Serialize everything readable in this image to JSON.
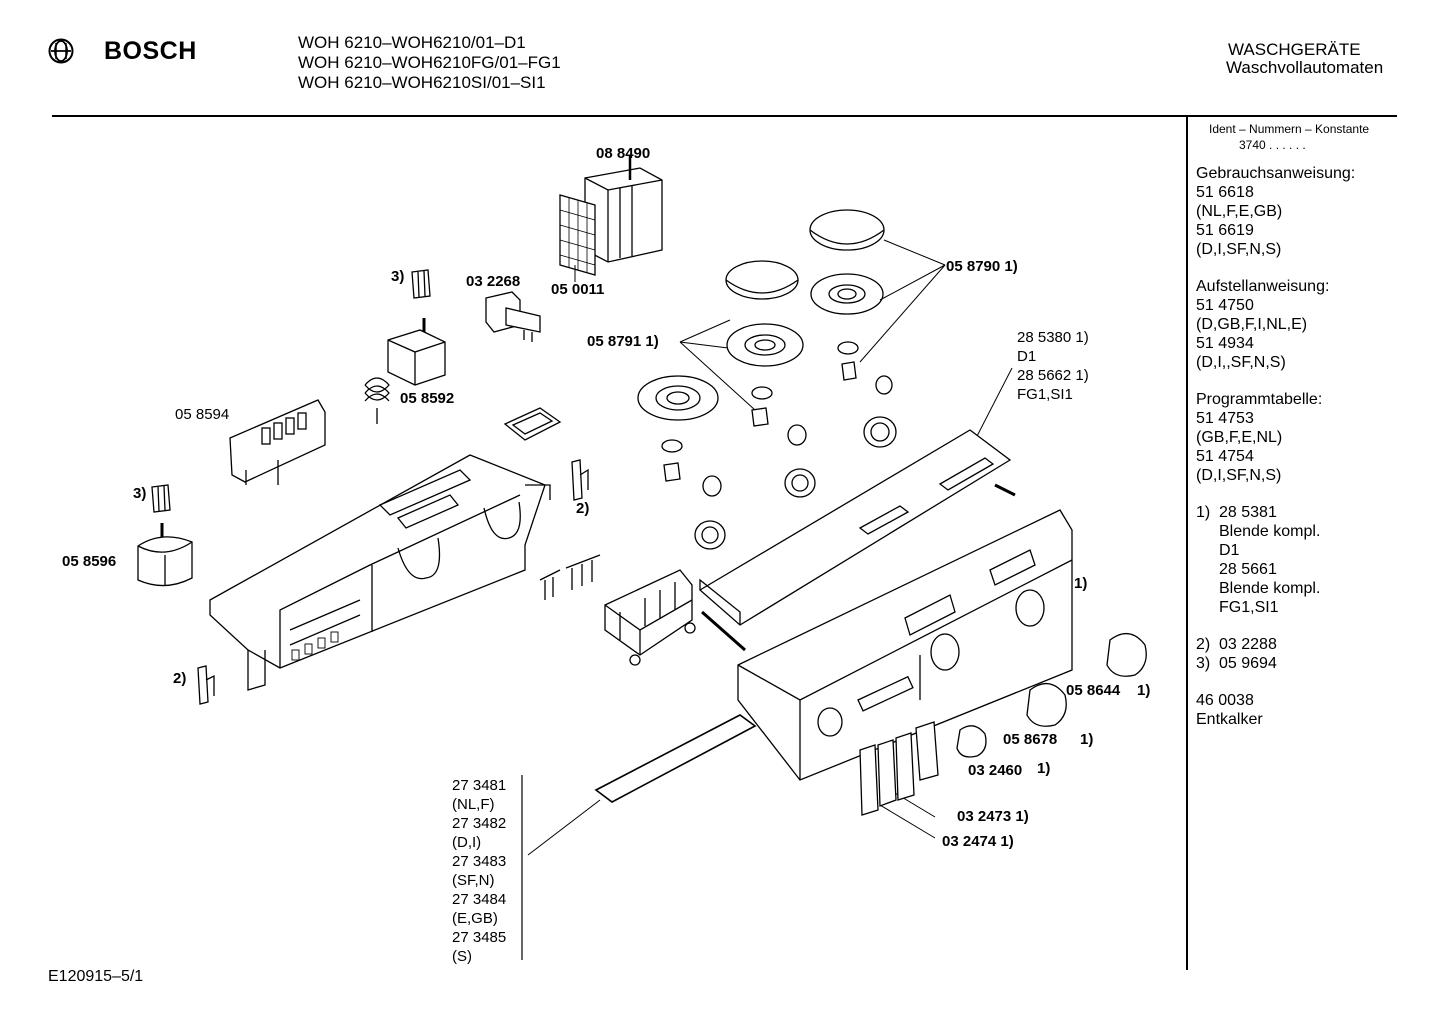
{
  "header": {
    "brand": "BOSCH",
    "models": [
      "WOH 6210–WOH6210/01–D1",
      "WOH 6210–WOH6210FG/01–FG1",
      "WOH 6210–WOH6210SI/01–SI1"
    ],
    "category_1": "WASCHGERÄTE",
    "category_2": "Waschvollautomaten"
  },
  "sidebar": {
    "ident_title": "Ident – Nummern – Konstante",
    "ident_value": "3740  .  .   .  .  .  .",
    "groups": [
      {
        "title": "Gebrauchsanweisung:",
        "lines": [
          "51 6618",
          "(NL,F,E,GB)",
          "51 6619",
          "(D,I,SF,N,S)"
        ]
      },
      {
        "title": "Aufstellanweisung:",
        "lines": [
          "51 4750",
          "(D,GB,F,I,NL,E)",
          "51 4934",
          "(D,I,,SF,N,S)"
        ]
      },
      {
        "title": "Programmtabelle:",
        "lines": [
          "51 4753",
          "(GB,F,E,NL)",
          "51 4754",
          "(D,I,SF,N,S)"
        ]
      }
    ],
    "notes": [
      {
        "num": "1)",
        "lines": [
          "28 5381",
          "Blende kompl.",
          "D1",
          "28 5661",
          "Blende kompl.",
          "FG1,SI1"
        ]
      },
      {
        "num": "2)",
        "lines": [
          "03 2288"
        ]
      },
      {
        "num": "3)",
        "lines": [
          "05 9694"
        ]
      }
    ],
    "extra": [
      "46 0038",
      "Entkalker"
    ]
  },
  "footer": {
    "code": "E120915–5/1"
  },
  "labels": {
    "p088490": "08 8490",
    "p050011": "05 0011",
    "p032268": "03 2268",
    "p3a": "3)",
    "p3b": "3)",
    "p058592": "05 8592",
    "p058594": "05 8594",
    "p058596": "05 8596",
    "p2a": "2)",
    "p2b": "2)",
    "p058790": "05 8790 1)",
    "p058791": "05 8791 1)",
    "p285380": "28 5380 1)",
    "pD1": "D1",
    "p285662": "28 5662 1)",
    "pFG1": "FG1,SI1",
    "p1": "1)",
    "p058644": "05 8644",
    "p058644n": "1)",
    "p058678": "05 8678",
    "p058678n": "1)",
    "p032460": "03 2460",
    "p032460n": "1)",
    "p032473": "03 2473 1)",
    "p032474": "03 2474 1)",
    "stickers": [
      "27 3481",
      "(NL,F)",
      "27 3482",
      "(D,I)",
      "27 3483",
      "(SF,N)",
      "27 3484",
      "(E,GB)",
      "27 3485",
      "(S)"
    ]
  }
}
